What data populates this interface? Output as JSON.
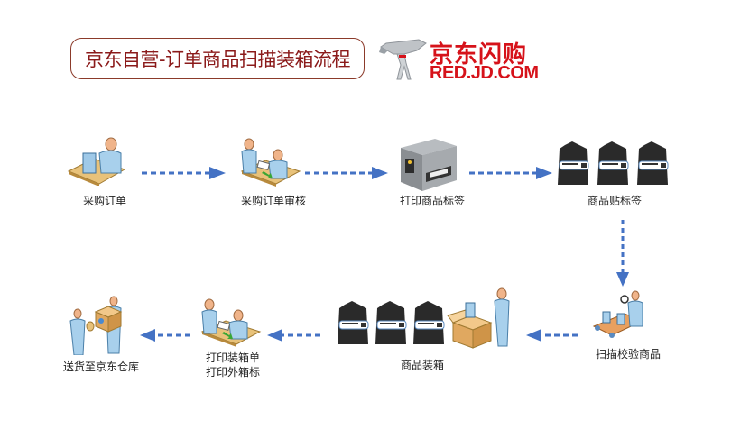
{
  "title": "京东自营-订单商品扫描装箱流程",
  "logo": {
    "chinese": "京东闪购",
    "english": "RED.JD.COM",
    "mascot_icon": "jd-dog-mascot-icon"
  },
  "colors": {
    "arrow": "#4472c4",
    "title_border": "#8b3a2a",
    "title_text": "#8b1a1a",
    "logo_red": "#d6121a"
  },
  "steps": [
    {
      "id": 1,
      "label": "采购订单",
      "icon": "person-at-computer-icon"
    },
    {
      "id": 2,
      "label": "采购订单审核",
      "icon": "two-people-reviewing-icon"
    },
    {
      "id": 3,
      "label": "打印商品标签",
      "icon": "label-printer-icon"
    },
    {
      "id": 4,
      "label": "商品贴标签",
      "icon": "labeled-jackets-icon"
    },
    {
      "id": 5,
      "label": "扫描校验商品",
      "icon": "scanning-conveyor-icon"
    },
    {
      "id": 6,
      "label": "商品装箱",
      "icon": "jackets-packing-box-icon"
    },
    {
      "id": 7,
      "label_line1": "打印装箱单",
      "label_line2": "打印外箱标",
      "icon": "two-people-printing-icon"
    },
    {
      "id": 8,
      "label": "送货至京东仓库",
      "icon": "delivery-people-icon"
    }
  ],
  "flow": [
    {
      "from": 1,
      "to": 2,
      "direction": "right"
    },
    {
      "from": 2,
      "to": 3,
      "direction": "right"
    },
    {
      "from": 3,
      "to": 4,
      "direction": "right"
    },
    {
      "from": 4,
      "to": 5,
      "direction": "down"
    },
    {
      "from": 5,
      "to": 6,
      "direction": "left"
    },
    {
      "from": 6,
      "to": 7,
      "direction": "left"
    },
    {
      "from": 7,
      "to": 8,
      "direction": "left"
    }
  ]
}
